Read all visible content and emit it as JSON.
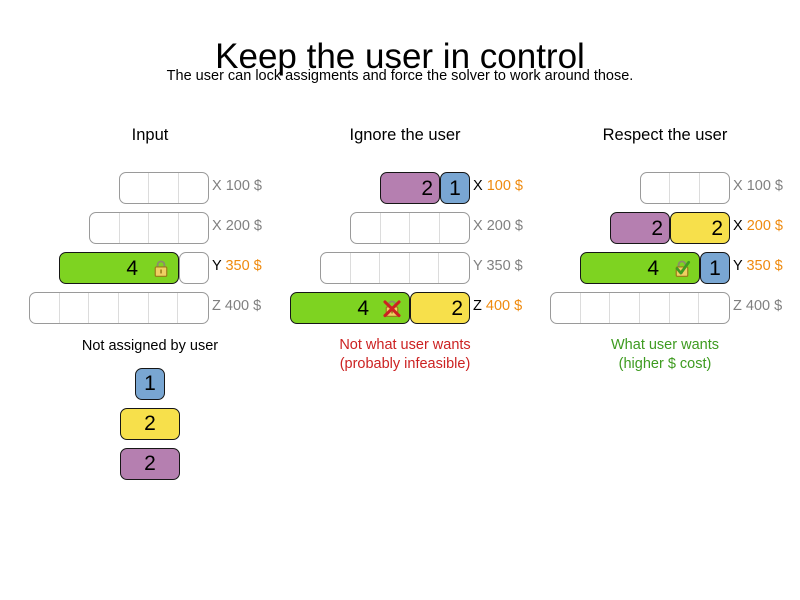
{
  "page": {
    "title": "Keep the user in control",
    "subtitle": "The user can lock assigments and force the solver to work around those."
  },
  "colors": {
    "green": "#7ed321",
    "yellow": "#f7e04b",
    "purple": "#b57fb0",
    "blue": "#79a6d2",
    "cost_active": "#ef8a0e",
    "muted": "#808080",
    "bad_caption": "#cc2222",
    "good_caption": "#3e9b20",
    "lock_body": "#e0b040",
    "lock_cross": "#cc2222",
    "lock_check": "#3e9b20"
  },
  "columns": [
    {
      "name": "input",
      "title": "Input",
      "rows": [
        {
          "resource": "X",
          "cost": "100 $",
          "active": false,
          "capacity": 3,
          "blocks": []
        },
        {
          "resource": "X",
          "cost": "200 $",
          "active": false,
          "capacity": 4,
          "blocks": []
        },
        {
          "resource": "Y",
          "cost": "350 $",
          "active": true,
          "capacity": 5,
          "blocks": [
            {
              "value": "4",
              "color": "green",
              "span": 4,
              "badge": "lock-icon"
            }
          ],
          "empty_tail": 1
        },
        {
          "resource": "Z",
          "cost": "400 $",
          "active": false,
          "capacity": 6,
          "blocks": []
        }
      ],
      "caption": null,
      "pool": {
        "title": "Not assigned by user",
        "items": [
          {
            "value": "1",
            "color": "blue",
            "span": 1
          },
          {
            "value": "2",
            "color": "yellow",
            "span": 2
          },
          {
            "value": "2",
            "color": "purple",
            "span": 2
          }
        ]
      }
    },
    {
      "name": "ignore-the-user",
      "title": "Ignore the user",
      "rows": [
        {
          "resource": "X",
          "cost": "100 $",
          "active": true,
          "capacity": 3,
          "blocks": [
            {
              "value": "2",
              "color": "purple",
              "span": 2,
              "badge": null
            },
            {
              "value": "1",
              "color": "blue",
              "span": 1,
              "badge": null
            }
          ]
        },
        {
          "resource": "X",
          "cost": "200 $",
          "active": false,
          "capacity": 4,
          "blocks": []
        },
        {
          "resource": "Y",
          "cost": "350 $",
          "active": false,
          "capacity": 5,
          "blocks": []
        },
        {
          "resource": "Z",
          "cost": "400 $",
          "active": true,
          "capacity": 6,
          "blocks": [
            {
              "value": "4",
              "color": "green",
              "span": 4,
              "badge": "lock-broken-icon"
            },
            {
              "value": "2",
              "color": "yellow",
              "span": 2,
              "badge": null
            }
          ]
        }
      ],
      "caption": {
        "line1": "Not what user wants",
        "line2": "(probably infeasible)",
        "tone": "bad"
      },
      "pool": null
    },
    {
      "name": "respect-the-user",
      "title": "Respect the user",
      "rows": [
        {
          "resource": "X",
          "cost": "100 $",
          "active": false,
          "capacity": 3,
          "blocks": []
        },
        {
          "resource": "X",
          "cost": "200 $",
          "active": true,
          "capacity": 4,
          "blocks": [
            {
              "value": "2",
              "color": "purple",
              "span": 2,
              "badge": null
            },
            {
              "value": "2",
              "color": "yellow",
              "span": 2,
              "badge": null
            }
          ]
        },
        {
          "resource": "Y",
          "cost": "350 $",
          "active": true,
          "capacity": 5,
          "blocks": [
            {
              "value": "4",
              "color": "green",
              "span": 4,
              "badge": "lock-ok-icon"
            },
            {
              "value": "1",
              "color": "blue",
              "span": 1,
              "badge": null
            }
          ]
        },
        {
          "resource": "Z",
          "cost": "400 $",
          "active": false,
          "capacity": 6,
          "blocks": []
        }
      ],
      "caption": {
        "line1": "What user wants",
        "line2": "(higher $ cost)",
        "tone": "good"
      },
      "pool": null
    }
  ]
}
